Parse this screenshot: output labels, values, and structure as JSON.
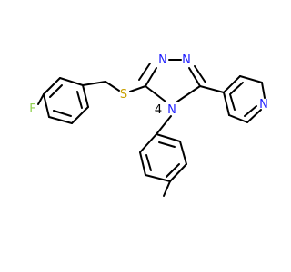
{
  "atoms": {
    "fluorine": "F",
    "sulfur": "S",
    "triazole_n1": "N",
    "triazole_n2": "N",
    "triazole_n4_number": "4",
    "triazole_n4": "N",
    "pyridine_n": "N"
  },
  "colors": {
    "bond": "#000000",
    "fluorine": "#90d050",
    "sulfur": "#c8a000",
    "nitrogen": "#2020ff"
  }
}
